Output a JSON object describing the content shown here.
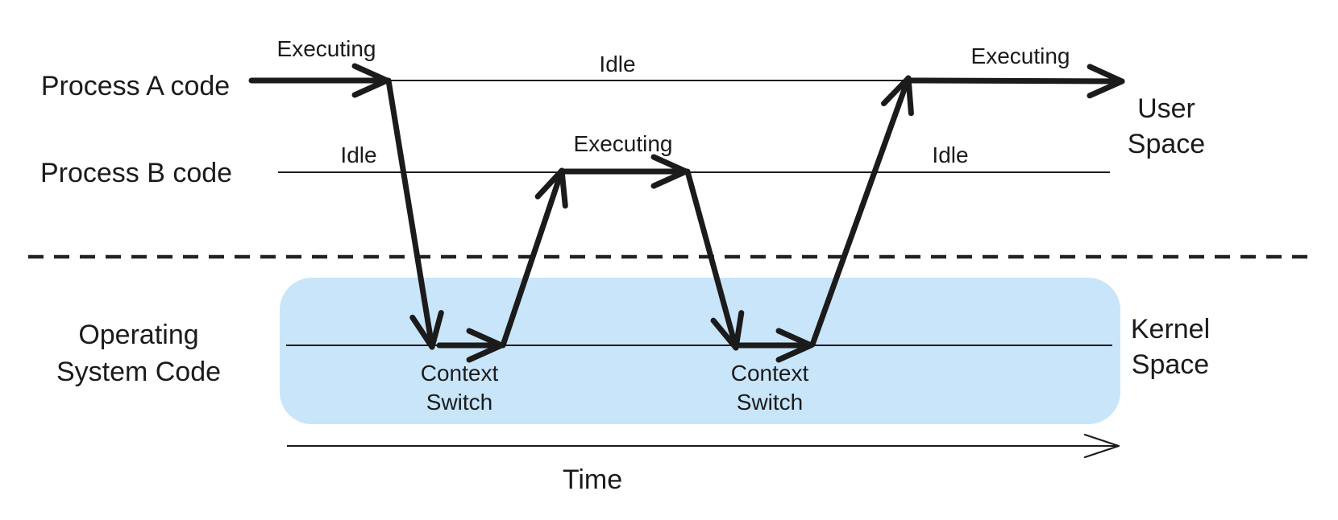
{
  "diagram": {
    "colors": {
      "kernel_box_fill": "#c8e5fa",
      "ink": "#1b1b1b"
    },
    "row_labels": {
      "process_a": "Process A code",
      "process_b": "Process B code",
      "os_line1": "Operating",
      "os_line2": "System Code"
    },
    "space_labels": {
      "user_line1": "User",
      "user_line2": "Space",
      "kernel_line1": "Kernel",
      "kernel_line2": "Space"
    },
    "state_labels": {
      "a_executing_1": "Executing",
      "b_idle_1": "Idle",
      "a_idle": "Idle",
      "b_executing": "Executing",
      "b_idle_2": "Idle",
      "a_executing_2": "Executing"
    },
    "context_switch_labels": {
      "cs1_line1": "Context",
      "cs1_line2": "Switch",
      "cs2_line1": "Context",
      "cs2_line2": "Switch"
    },
    "axis": {
      "time_label": "Time"
    }
  }
}
